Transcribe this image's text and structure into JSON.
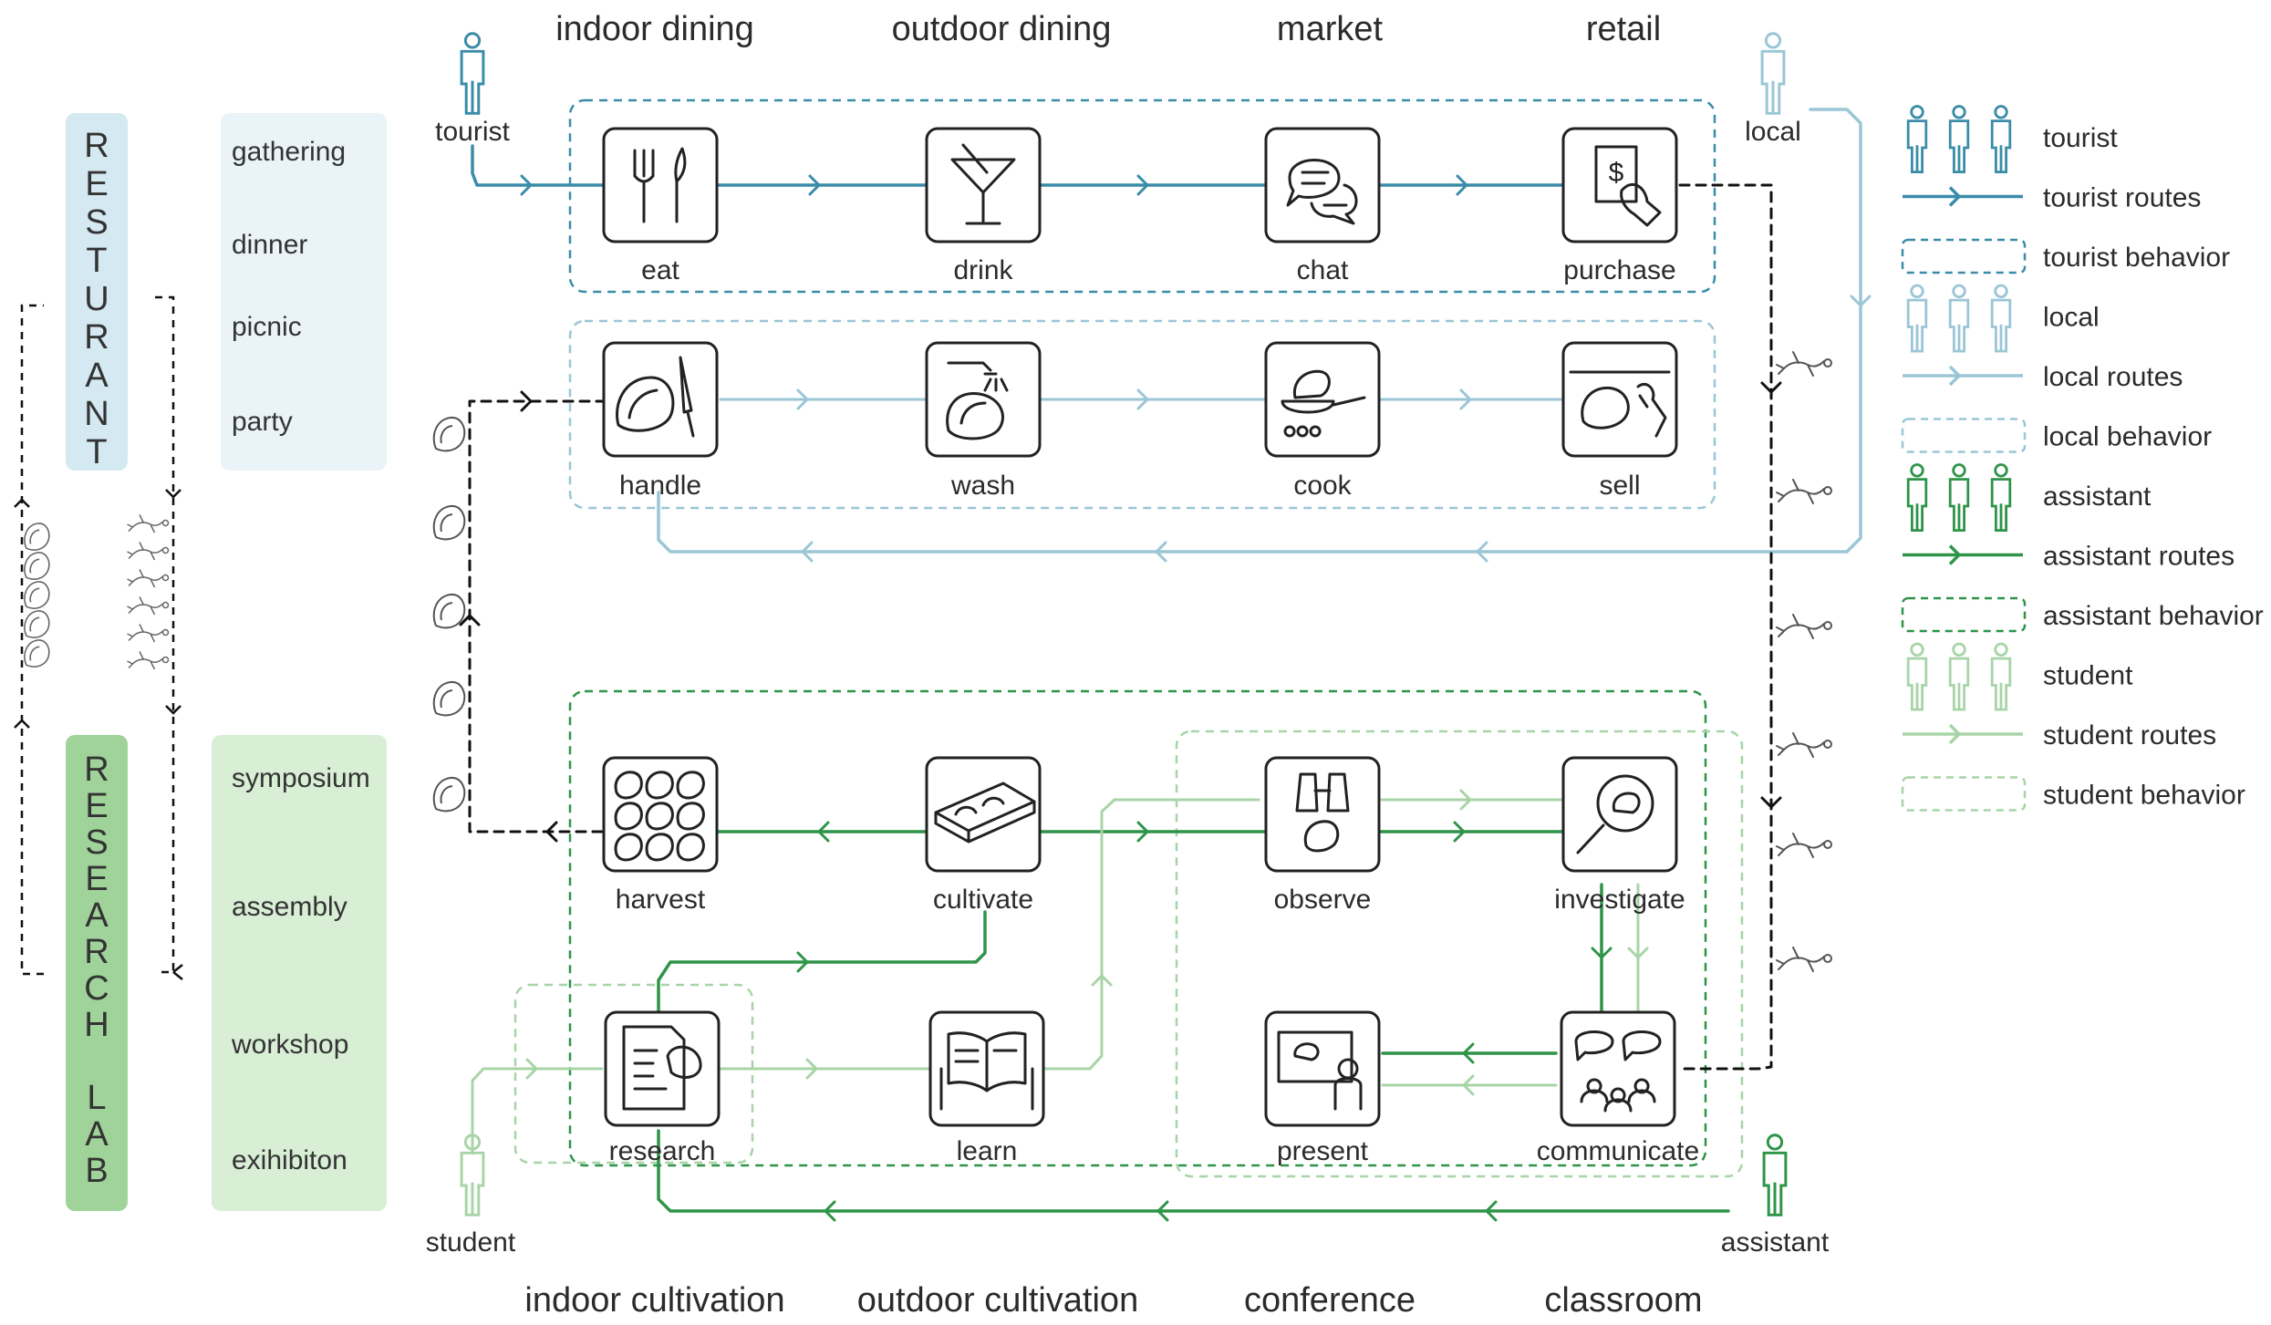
{
  "colors": {
    "tourist": "#3a8ca8",
    "local": "#9ac6d6",
    "assistant": "#2e9448",
    "student": "#a8d4a8",
    "restaurant_box": "#d4e9f2",
    "restaurant_list": "#eaf3f7",
    "lab_box": "#9fd39a",
    "lab_list": "#d8eed5",
    "ink": "#222222"
  },
  "top_zones": [
    "indoor dining",
    "outdoor dining",
    "market",
    "retail"
  ],
  "bottom_zones": [
    "indoor cultivation",
    "outdoor cultivation",
    "conference",
    "classroom"
  ],
  "restaurant": {
    "letters": [
      "R",
      "E",
      "S",
      "T",
      "U",
      "R",
      "A",
      "N",
      "T"
    ],
    "activities": [
      "gathering",
      "dinner",
      "picnic",
      "party"
    ]
  },
  "research_lab": {
    "letters": [
      "R",
      "E",
      "S",
      "E",
      "A",
      "R",
      "C",
      "H",
      "",
      "L",
      "A",
      "B"
    ],
    "activities": [
      "symposium",
      "assembly",
      "workshop",
      "exihibiton"
    ]
  },
  "people": {
    "tourist": "tourist",
    "local": "local",
    "student": "student",
    "assistant": "assistant"
  },
  "rows": {
    "tourist": [
      {
        "label": "eat",
        "icon": "fork-knife-icon"
      },
      {
        "label": "drink",
        "icon": "cocktail-icon"
      },
      {
        "label": "chat",
        "icon": "chat-bubbles-icon"
      },
      {
        "label": "purchase",
        "icon": "payment-icon"
      }
    ],
    "local": [
      {
        "label": "handle",
        "icon": "oyster-knife-icon"
      },
      {
        "label": "wash",
        "icon": "wash-oyster-icon"
      },
      {
        "label": "cook",
        "icon": "frying-pan-icon"
      },
      {
        "label": "sell",
        "icon": "sell-oyster-icon"
      }
    ],
    "lab_upper": [
      {
        "label": "harvest",
        "icon": "oyster-pile-icon"
      },
      {
        "label": "cultivate",
        "icon": "oyster-tray-icon"
      },
      {
        "label": "observe",
        "icon": "binoculars-icon"
      },
      {
        "label": "investigate",
        "icon": "magnifier-icon"
      }
    ],
    "lab_lower": [
      {
        "label": "research",
        "icon": "document-icon"
      },
      {
        "label": "learn",
        "icon": "open-book-icon"
      },
      {
        "label": "present",
        "icon": "presentation-icon"
      },
      {
        "label": "communicate",
        "icon": "discussion-icon"
      }
    ]
  },
  "legend": [
    {
      "kind": "people",
      "label": "tourist",
      "color": "tourist"
    },
    {
      "kind": "route",
      "label": "tourist routes",
      "color": "tourist"
    },
    {
      "kind": "behavior",
      "label": "tourist behavior",
      "color": "tourist"
    },
    {
      "kind": "people",
      "label": "local",
      "color": "local"
    },
    {
      "kind": "route",
      "label": "local routes",
      "color": "local"
    },
    {
      "kind": "behavior",
      "label": "local behavior",
      "color": "local"
    },
    {
      "kind": "people",
      "label": "assistant",
      "color": "assistant"
    },
    {
      "kind": "route",
      "label": "assistant routes",
      "color": "assistant"
    },
    {
      "kind": "behavior",
      "label": "assistant behavior",
      "color": "assistant"
    },
    {
      "kind": "people",
      "label": "student",
      "color": "student"
    },
    {
      "kind": "route",
      "label": "student routes",
      "color": "student"
    },
    {
      "kind": "behavior",
      "label": "student behavior",
      "color": "student"
    }
  ]
}
